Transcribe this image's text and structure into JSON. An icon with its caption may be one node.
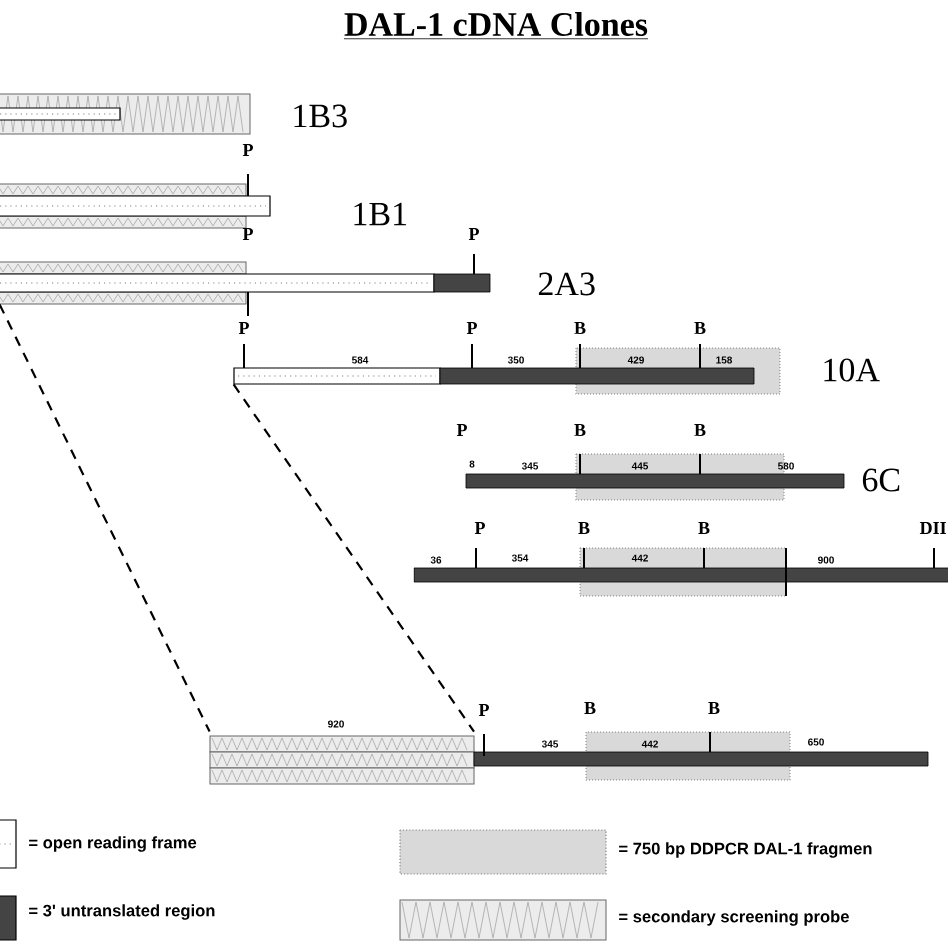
{
  "diagram": {
    "title": "DAL-1 cDNA Clones",
    "labels": [
      "1B3",
      "P",
      "1B1",
      "P",
      "P",
      "2A3",
      "P",
      "P",
      "B",
      "B",
      "584",
      "350",
      "429",
      "158",
      "10A",
      "P",
      "B",
      "B",
      "8",
      "345",
      "445",
      "580",
      "6C",
      "36",
      "P",
      "354",
      "B",
      "442",
      "B",
      "900",
      "DII",
      "920",
      "P",
      "345",
      "B",
      "442",
      "B",
      "650"
    ],
    "nodes": [
      {
        "text": [],
        "shape": "bar"
      },
      {
        "text": [],
        "shape": "bar"
      },
      {
        "text": [],
        "shape": "bar"
      }
    ],
    "edges": [
      {
        "from": 0,
        "to": 2,
        "arrow": "none",
        "style": "dashed"
      },
      {
        "from": 1,
        "to": 2,
        "arrow": "none",
        "style": "dashed"
      }
    ],
    "legend": [
      {
        "text": "= open reading frame"
      },
      {
        "text": "= 3' untranslated region",
        "color": "#444444"
      },
      {
        "text": "= 750 bp DDPCR DAL-1 fragmen",
        "color": "#d9d9d9"
      },
      {
        "text": "= secondary screening probe"
      }
    ]
  }
}
